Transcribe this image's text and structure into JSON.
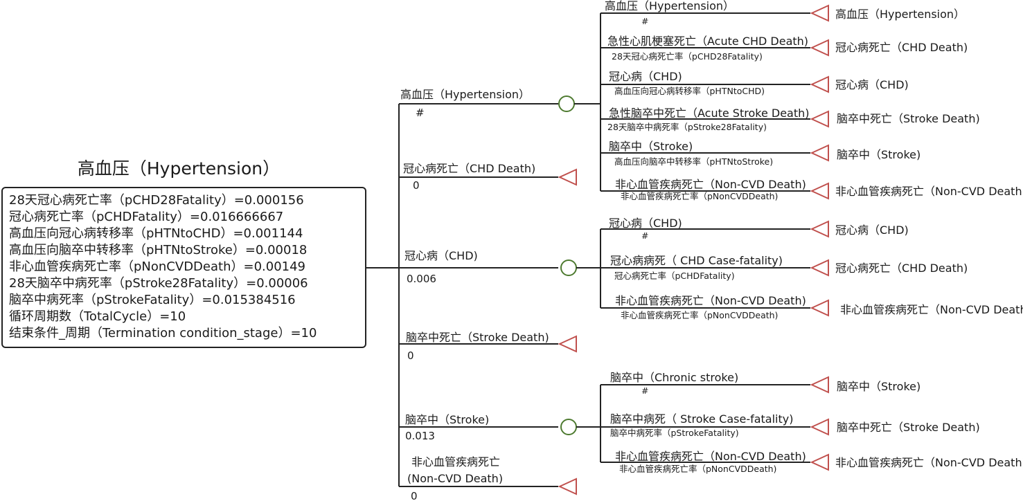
{
  "model": {
    "title": "高血压（Hypertension）",
    "params": [
      "28天冠心病死亡率（pCHD28Fatality）=0.000156",
      "冠心病死亡率（pCHDFatality）=0.016666667",
      "高血压向冠心病转移率（pHTNtoCHD）=0.001144",
      "高血压向脑卒中转移率（pHTNtoStroke）=0.00018",
      "非心血管疾病死亡率（pNonCVDDeath）=0.00149",
      "28天脑卒中病死率（pStroke28Fatality）=0.00006",
      "脑卒中病死率（pStrokeFatality）=0.015384516",
      "循环周期数（TotalCycle）=10",
      "结束条件_周期（Termination condition_stage）=10"
    ]
  },
  "branches": {
    "htn": {
      "label": "高血压（Hypertension）",
      "value": "#",
      "children": [
        {
          "label": "高血压（Hypertension）",
          "sub": "#",
          "terminal": "高血压（Hypertension）"
        },
        {
          "label": "急性心肌梗塞死亡（Acute CHD Death)",
          "sub": "28天冠心病死亡率（pCHD28Fatality)",
          "terminal": "冠心病死亡（CHD Death)"
        },
        {
          "label": "冠心病（CHD)",
          "sub": "高血压向冠心病转移率（pHTNtoCHD)",
          "terminal": "冠心病（CHD)"
        },
        {
          "label": "急性脑卒中死亡（Acute Stroke Death)",
          "sub": "28天脑卒中病死率（pStroke28Fatality)",
          "terminal": "脑卒中死亡（Stroke Death)"
        },
        {
          "label": "脑卒中（Stroke)",
          "sub": "高血压向脑卒中转移率（pHTNtoStroke)",
          "terminal": "脑卒中（Stroke)"
        },
        {
          "label": "非心血管疾病死亡（Non-CVD Death)",
          "sub": "非心血管疾病死亡率（pNonCVDDeath)",
          "terminal": "非心血管疾病死亡（Non-CVD Death)"
        }
      ]
    },
    "chd_death": {
      "label": "冠心病死亡（CHD Death)",
      "value": "0"
    },
    "chd": {
      "label": "冠心病（CHD)",
      "value": "0.006",
      "children": [
        {
          "label": "冠心病（CHD)",
          "sub": "#",
          "terminal": "冠心病（CHD)"
        },
        {
          "label": "冠心病病死（ CHD Case-fatality)",
          "sub": "冠心病死亡率（pCHDFatality)",
          "terminal": "冠心病死亡（CHD Death)"
        },
        {
          "label": "非心血管疾病死亡（Non-CVD Death)",
          "sub": "非心血管疾病死亡率（pNonCVDDeath)",
          "terminal": "非心血管疾病死亡（Non-CVD Death)"
        }
      ]
    },
    "stroke_death": {
      "label": "脑卒中死亡（Stroke Death)",
      "value": "0"
    },
    "stroke": {
      "label": "脑卒中（Stroke)",
      "value": "0.013",
      "children": [
        {
          "label": "脑卒中（Chronic stroke)",
          "sub": "#",
          "terminal": "脑卒中（Stroke)"
        },
        {
          "label": "脑卒中病死（ Stroke Case-fatality)",
          "sub": "脑卒中病死率（pStrokeFatality)",
          "terminal": "脑卒中死亡（Stroke Death)"
        },
        {
          "label": "非心血管疾病死亡（Non-CVD Death)",
          "sub": "非心血管疾病死亡率（pNonCVDDeath)",
          "terminal": "非心血管疾病死亡（Non-CVD Death)"
        }
      ]
    },
    "noncvd": {
      "label_line1": "非心血管疾病死亡",
      "label_line2": "(Non-CVD Death)",
      "value": "0"
    }
  },
  "colors": {
    "line": "#222222",
    "chance_node": "#4d7a2f",
    "terminal_node": "#c0504d"
  }
}
